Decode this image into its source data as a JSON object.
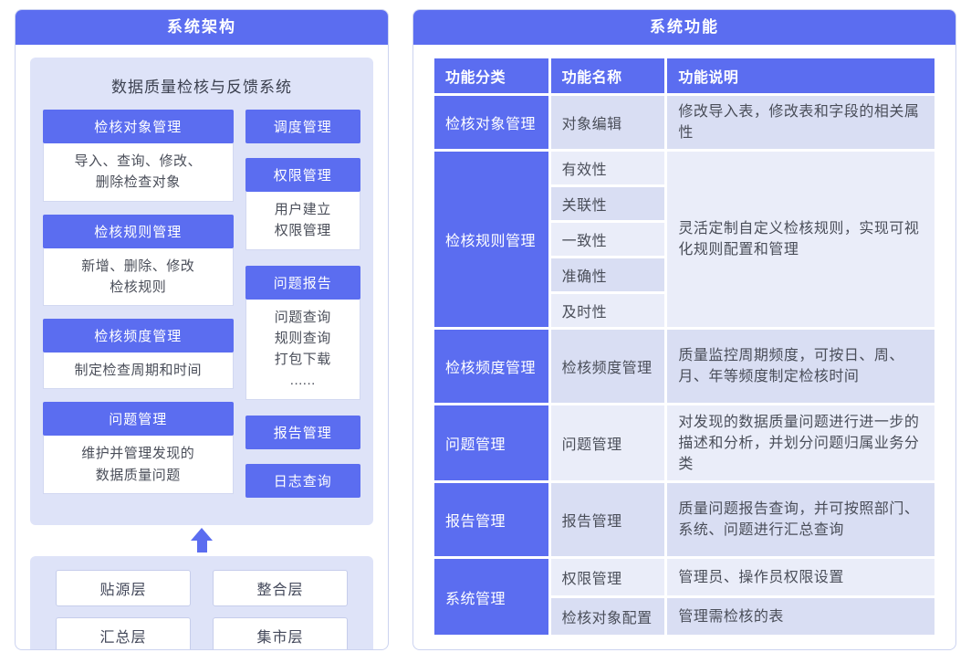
{
  "colors": {
    "primary_blue": "#5b6df0",
    "panel_lavender": "#dee3f8",
    "row_light": "#eaedf9",
    "row_dark": "#d9def3"
  },
  "left_panel": {
    "title": "系统架构",
    "system_title": "数据质量检核与反馈系统",
    "main_modules": [
      {
        "header": "检核对象管理",
        "body": "导入、查询、修改、\n删除检查对象"
      },
      {
        "header": "检核规则管理",
        "body": "新增、删除、修改\n检核规则"
      },
      {
        "header": "检核频度管理",
        "body": "制定检查周期和时间"
      },
      {
        "header": "问题管理",
        "body": "维护并管理发现的\n数据质量问题"
      }
    ],
    "side_modules": [
      {
        "header": "调度管理"
      },
      {
        "header": "权限管理",
        "body": "用户建立\n权限管理"
      },
      {
        "header": "问题报告",
        "body": "问题查询\n规则查询\n打包下载\n......"
      },
      {
        "header": "报告管理"
      },
      {
        "header": "日志查询"
      }
    ],
    "layers": [
      "贴源层",
      "整合层",
      "汇总层",
      "集市层"
    ]
  },
  "right_panel": {
    "title": "系统功能",
    "table": {
      "headers": [
        "功能分类",
        "功能名称",
        "功能说明"
      ],
      "rows": {
        "object_mgmt": {
          "category": "检核对象管理",
          "name": "对象编辑",
          "desc": "修改导入表，修改表和字段的相关属性"
        },
        "rule_mgmt": {
          "category": "检核规则管理",
          "names": [
            "有效性",
            "关联性",
            "一致性",
            "准确性",
            "及时性"
          ],
          "desc": "灵活定制自定义检核规则，实现可视化规则配置和管理"
        },
        "freq_mgmt": {
          "category": "检核频度管理",
          "name": "检核频度管理",
          "desc": "质量监控周期频度，可按日、周、月、年等频度制定检核时间"
        },
        "issue_mgmt": {
          "category": "问题管理",
          "name": "问题管理",
          "desc": "对发现的数据质量问题进行进一步的描述和分析，并划分问题归属业务分类"
        },
        "report_mgmt": {
          "category": "报告管理",
          "name": "报告管理",
          "desc": "质量问题报告查询，并可按照部门、系统、问题进行汇总查询"
        },
        "system_mgmt": {
          "category": "系统管理",
          "entries": [
            {
              "name": "权限管理",
              "desc": "管理员、操作员权限设置"
            },
            {
              "name": "检核对象配置",
              "desc": "管理需检核的表"
            }
          ]
        }
      }
    }
  }
}
